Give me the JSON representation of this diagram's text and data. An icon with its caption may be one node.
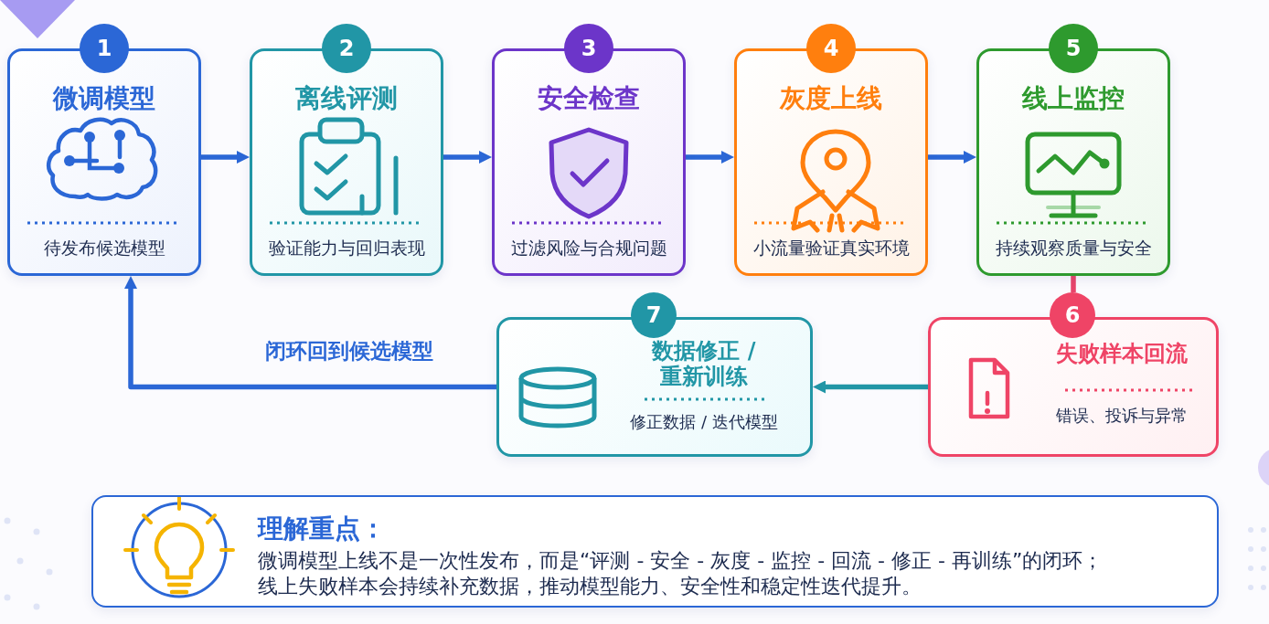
{
  "diagram": {
    "nodes": [
      {
        "text": [
          "1",
          "微调模型",
          "待发布候选模型"
        ]
      },
      {
        "text": [
          "2",
          "离线评测",
          "验证能力与回归表现"
        ]
      },
      {
        "text": [
          "3",
          "安全检查",
          "过滤风险与合规问题"
        ]
      },
      {
        "text": [
          "4",
          "灰度上线",
          "小流量验证真实环境"
        ]
      },
      {
        "text": [
          "5",
          "线上监控",
          "持续观察质量与安全"
        ]
      },
      {
        "text": [
          "6",
          "失败样本回流",
          "错误、投诉与异常"
        ]
      },
      {
        "text": [
          "7",
          "数据修正 / 重新训练",
          "修正数据 / 迭代模型"
        ]
      },
      {
        "text": [
          "理解重点：",
          "微调模型上线不是一次性发布，而是“评测 - 安全 - 灰度 - 监控 - 回流 - 修正 - 再训练”的闭环；",
          "线上失败样本会持续补充数据，推动模型能力、安全性和稳定性迭代提升。"
        ]
      }
    ],
    "edges": [
      {
        "from": 0,
        "to": 1,
        "arrow": "to"
      },
      {
        "from": 1,
        "to": 2,
        "arrow": "to"
      },
      {
        "from": 2,
        "to": 3,
        "arrow": "to"
      },
      {
        "from": 3,
        "to": 4,
        "arrow": "to"
      },
      {
        "from": 4,
        "to": 5,
        "arrow": "none",
        "color": "#e8456b"
      },
      {
        "from": 5,
        "to": 6,
        "arrow": "to",
        "color": "#2196a6"
      },
      {
        "from": 6,
        "to": 0,
        "arrow": "to",
        "label": "闭环回到候选模型"
      }
    ]
  }
}
